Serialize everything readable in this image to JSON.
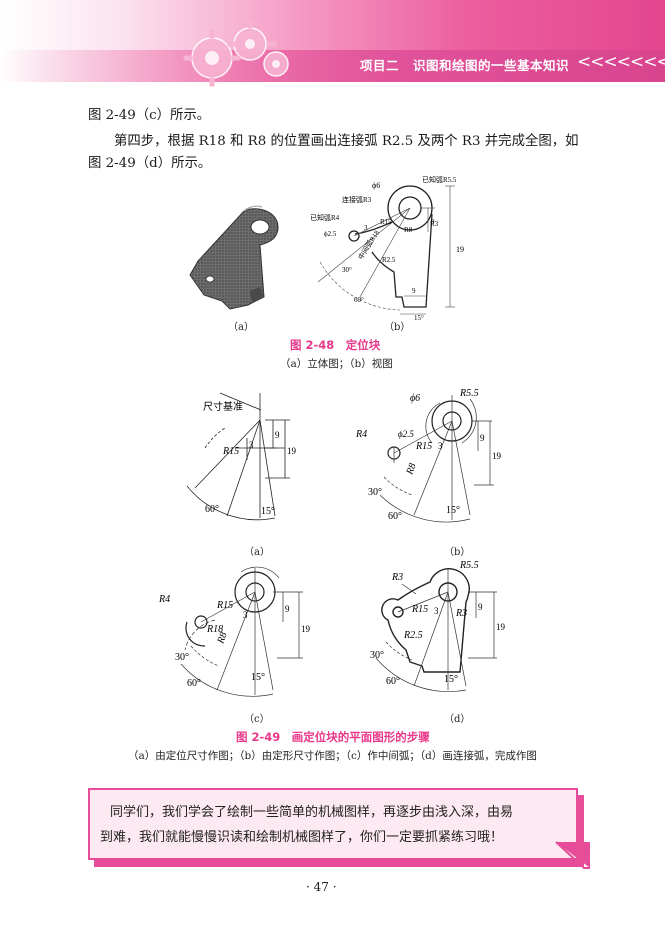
{
  "header": {
    "project": "项目二",
    "title": "识图和绘图的一些基本知识",
    "chevrons": "<<<<<<<",
    "banner_colors": {
      "light": "#fbe3ef",
      "accent": "#e44590"
    }
  },
  "body": {
    "line1": "图 2-49（c）所示。",
    "line2": "第四步，根据 R18 和 R8 的位置画出连接弧 R2.5 及两个 R3 并完成全图，如",
    "line3": "图 2-49（d）所示。"
  },
  "fig48": {
    "caption": "图 2-48　定位块",
    "subcaption": "（a）立体图；（b）视图",
    "label_a": "（a）",
    "label_b": "（b）",
    "dims": {
      "phi6": "ϕ6",
      "known_r55": "已知弧R5.5",
      "connect_r3": "连接弧R3",
      "known_r4": "已知弧R4",
      "phi25": "ϕ2.5",
      "r15": "R15",
      "r8": "R8",
      "mid_arc": "中间弧R18",
      "r25": "R2.5",
      "r3": "R3",
      "d9a": "9",
      "d19": "19",
      "d3": "3",
      "a30": "30°",
      "a60": "60°",
      "d9b": "9",
      "a15": "15°"
    }
  },
  "fig49": {
    "caption": "图 2-49　画定位块的平面图形的步骤",
    "subcaption": "（a）由定位尺寸作图；（b）由定形尺寸作图；（c）作中间弧；（d）画连接弧，完成作图",
    "label_a": "（a）",
    "label_b": "（b）",
    "label_c": "（c）",
    "label_d": "（d）",
    "a": {
      "datum": "尺寸基准",
      "r15": "R15",
      "d3": "3",
      "d9": "9",
      "d19": "19",
      "a60": "60°",
      "a15": "15°"
    },
    "b": {
      "phi6": "ϕ6",
      "r55": "R5.5",
      "r4": "R4",
      "phi25": "ϕ2.5",
      "r15": "R15",
      "d3": "3",
      "r8": "R8",
      "d9": "9",
      "d19": "19",
      "a30": "30°",
      "a60": "60°",
      "a15": "15°"
    },
    "c": {
      "r4": "R4",
      "r15": "R15",
      "r18": "R18",
      "d3": "3",
      "r8": "R8",
      "d9": "9",
      "d19": "19",
      "a30": "30°",
      "a60": "60°",
      "a15": "15°"
    },
    "d": {
      "r3a": "R3",
      "r55": "R5.5",
      "r15": "R15",
      "r3b": "R3",
      "d3": "3",
      "r25": "R2.5",
      "d9": "9",
      "d19": "19",
      "a30": "30°",
      "a60": "60°",
      "a15": "15°"
    }
  },
  "note": {
    "line1": "同学们，我们学会了绘制一些简单的机械图样，再逐步由浅入深，由易",
    "line2": "到难，我们就能慢慢识读和绘制机械图样了，你们一定要抓紧练习哦！",
    "border_color": "#e64c97",
    "fill_color": "#fde9f2"
  },
  "footer": {
    "page_number": "· 47 ·"
  }
}
